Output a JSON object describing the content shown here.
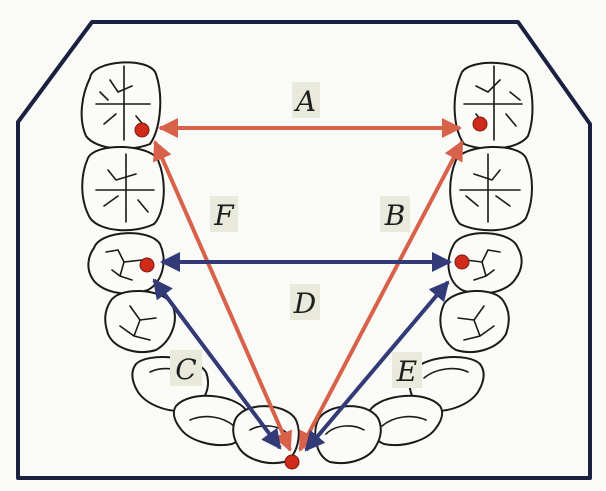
{
  "figure": {
    "labels": {
      "A": "A",
      "B": "B",
      "C": "C",
      "D": "D",
      "E": "E",
      "F": "F"
    },
    "colors": {
      "outline": "#1a2040",
      "orange_arrow": "#d8614a",
      "blue_arrow": "#323a78",
      "landmark_dot": "#d02a1a",
      "label_background": "#e9eadc"
    },
    "landmarks": [
      "left-first-molar-cusp",
      "right-first-molar-cusp",
      "left-premolar-cusp",
      "right-premolar-cusp",
      "incisal-point"
    ],
    "measurements": [
      {
        "label": "A",
        "from": "left-first-molar-cusp",
        "to": "right-first-molar-cusp",
        "color": "orange"
      },
      {
        "label": "B",
        "from": "right-first-molar-cusp",
        "to": "incisal-point",
        "color": "orange"
      },
      {
        "label": "F",
        "from": "left-first-molar-cusp",
        "to": "incisal-point",
        "color": "orange"
      },
      {
        "label": "D",
        "from": "left-premolar-cusp",
        "to": "right-premolar-cusp",
        "color": "blue"
      },
      {
        "label": "C",
        "from": "left-premolar-cusp",
        "to": "incisal-point",
        "color": "blue"
      },
      {
        "label": "E",
        "from": "right-premolar-cusp",
        "to": "incisal-point",
        "color": "blue"
      }
    ]
  }
}
